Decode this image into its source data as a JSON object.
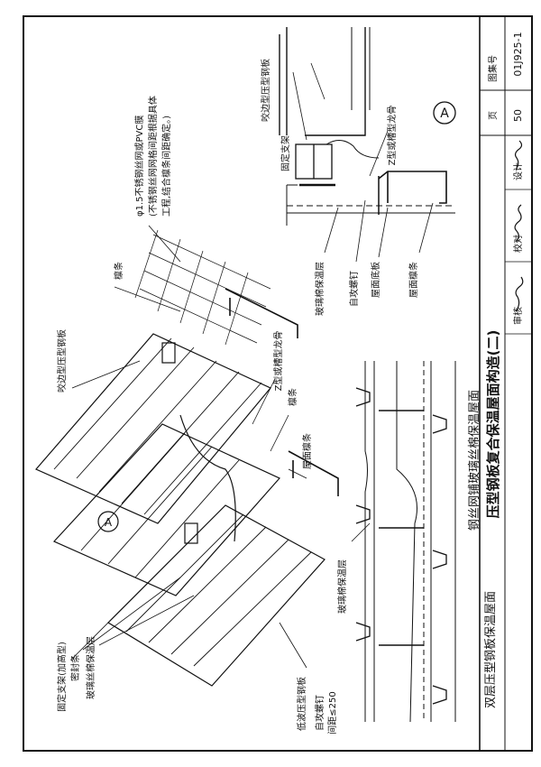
{
  "title_block": {
    "title": "压型钢板复合保温屋面构造(二)",
    "atlas_label": "图集号",
    "atlas_no": "01J925-1",
    "page_label": "页",
    "page_no": "50",
    "review_label": "审核",
    "check_label": "校对",
    "design_label": "设计"
  },
  "detail_a": {
    "marker": "A",
    "labels": {
      "seam_panel": "咬边型压型钢板",
      "fixed_bracket": "固定支架",
      "z_purlin": "Z型或槽型龙骨",
      "glass_wool": "玻璃棉保温层",
      "screw": "自攻螺钉",
      "base_panel": "屋面底板",
      "roof_purlin": "屋面檩条"
    }
  },
  "mesh_note": {
    "line1": "φ1.5不锈钢丝网或PVC膜",
    "line2": "(不锈钢丝网网格间距根据具体",
    "line3": "工程,结合檩条间距确定。)"
  },
  "iso_view": {
    "purlin": "檩条",
    "seam_panel": "咬边型压型钢板",
    "z_purlin": "Z型或槽型龙骨",
    "purlin2": "檩条",
    "roof_purlin": "屋面檩条",
    "marker": "A",
    "fixed_bracket": "固定支架(加高型)",
    "sealing_strip": "密封条",
    "glass_wool": "玻璃丝棉保温层",
    "low_wave_panel": "低波压型钢板",
    "screw": "自攻螺钉",
    "spacing": "间距≤250",
    "view_title": "双层压型钢板保温屋面"
  },
  "mesh_section": {
    "title": "钢丝网铺玻璃丝棉保温屋面",
    "glass_wool": "玻璃棉保温层"
  },
  "colors": {
    "ink": "#111111",
    "paper": "#ffffff"
  }
}
